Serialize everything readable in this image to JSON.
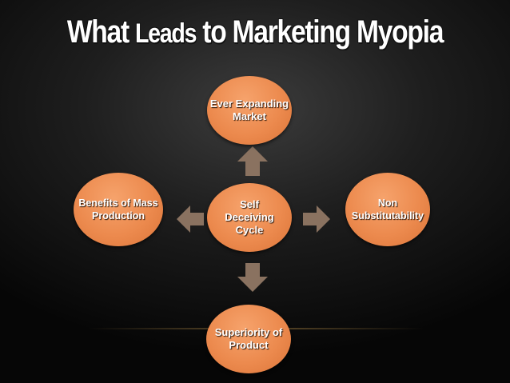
{
  "title": {
    "part1": "What ",
    "part2": "Leads",
    "part3": " to Marketing Myopia"
  },
  "diagram": {
    "center": "Self\nDeceiving\nCycle",
    "top": "Ever Expanding\nMarket",
    "right": "Non\nSubstitutability",
    "bottom": "Superiority of\nProduct",
    "left": "Benefits of Mass\nProduction"
  },
  "colors": {
    "node_fill": "#ec8a4e",
    "arrow_fill": "#8a7260",
    "text": "#ffffff"
  }
}
